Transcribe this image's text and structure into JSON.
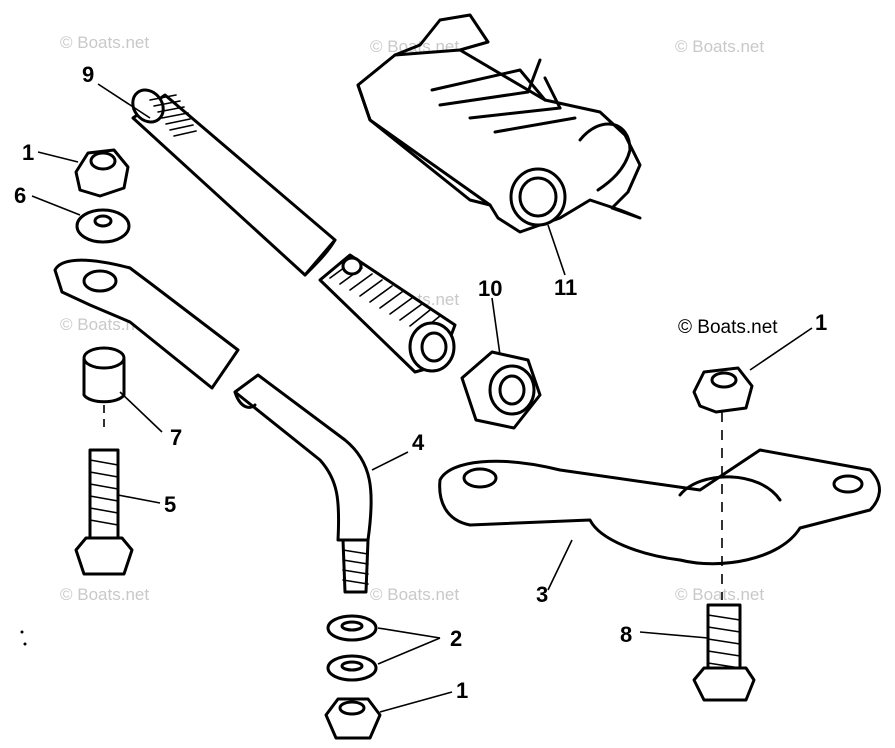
{
  "diagram": {
    "callouts": [
      {
        "id": "c9",
        "label": "9"
      },
      {
        "id": "c1a",
        "label": "1"
      },
      {
        "id": "c6",
        "label": "6"
      },
      {
        "id": "c7",
        "label": "7"
      },
      {
        "id": "c5",
        "label": "5"
      },
      {
        "id": "c4",
        "label": "4"
      },
      {
        "id": "c10",
        "label": "10"
      },
      {
        "id": "c11",
        "label": "11"
      },
      {
        "id": "c1b",
        "label": "1"
      },
      {
        "id": "c3",
        "label": "3"
      },
      {
        "id": "c8",
        "label": "8"
      },
      {
        "id": "c2",
        "label": "2"
      },
      {
        "id": "c1c",
        "label": "1"
      }
    ],
    "watermark": "© Boats.net"
  }
}
